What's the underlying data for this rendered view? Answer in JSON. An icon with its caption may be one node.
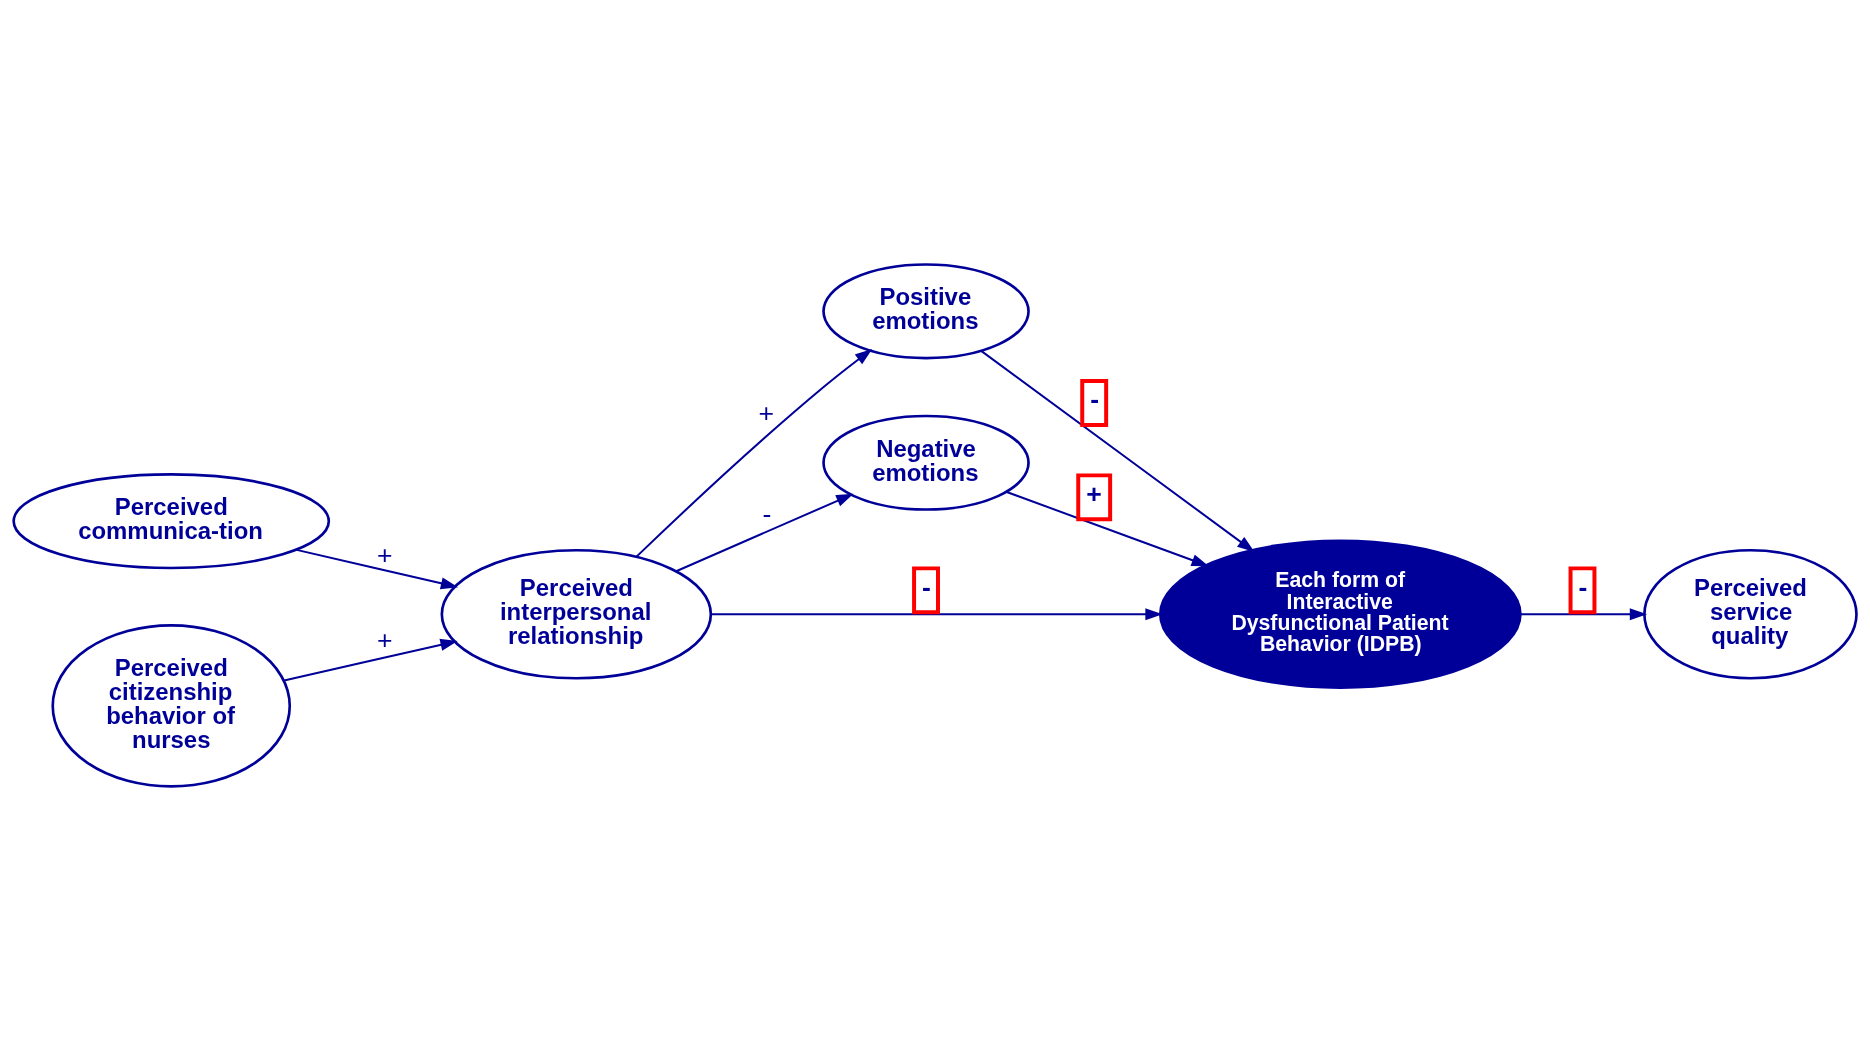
{
  "diagram": {
    "nodes": [
      {
        "text": [
          "Perceived communica-tion"
        ]
      },
      {
        "text": [
          "Perceived citizenship behavior of nurses"
        ]
      },
      {
        "text": [
          "Perceived interpersonal relationship"
        ]
      },
      {
        "text": [
          "Positive emotions"
        ]
      },
      {
        "text": [
          "Negative emotions"
        ]
      },
      {
        "text": [
          "Each form of Interactive Dysfunctional Patient Behavior (IDPB)"
        ]
      },
      {
        "text": [
          "Perceived service quality"
        ]
      }
    ],
    "edges": [
      {
        "from": 0,
        "to": 2,
        "arrow": "to",
        "label": "+"
      },
      {
        "from": 1,
        "to": 2,
        "arrow": "to",
        "label": "+"
      },
      {
        "from": 2,
        "to": 3,
        "arrow": "to",
        "label": "+"
      },
      {
        "from": 2,
        "to": 5,
        "arrow": "to",
        "label": "-"
      },
      {
        "from": 2,
        "to": 4,
        "arrow": "to",
        "label": "-"
      },
      {
        "from": 3,
        "to": 5,
        "arrow": "to",
        "label": "-"
      },
      {
        "from": 4,
        "to": 5,
        "arrow": "to",
        "label": "+"
      },
      {
        "from": 5,
        "to": 6,
        "arrow": "to",
        "label": "-"
      }
    ]
  }
}
